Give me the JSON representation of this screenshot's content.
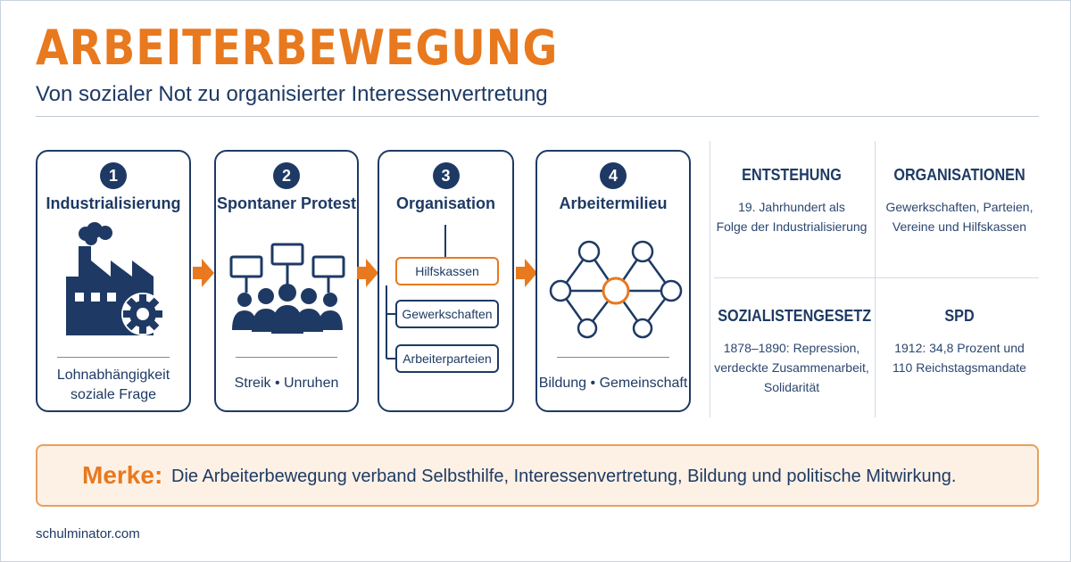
{
  "header": {
    "title": "ARBEITERBEWEGUNG",
    "subtitle": "Von sozialer Not zu organisierter Interessenvertretung"
  },
  "steps": [
    {
      "num": "1",
      "title": "Industrialisierung",
      "foot_line1": "Lohnabhängigkeit",
      "foot_line2": "soziale Frage",
      "icon": "factory-gear-icon"
    },
    {
      "num": "2",
      "title": "Spontaner Protest",
      "foot": "Streik • Unruhen",
      "icon": "protest-crowd-icon"
    },
    {
      "num": "3",
      "title": "Organisation",
      "items": [
        "Hilfskassen",
        "Gewerkschaften",
        "Arbeiterparteien"
      ]
    },
    {
      "num": "4",
      "title": "Arbeitermilieu",
      "foot": "Bildung • Gemeinschaft",
      "icon": "network-icon"
    }
  ],
  "info": [
    {
      "head": "ENTSTEHUNG",
      "line1": "19. Jahrhundert als",
      "line2": "Folge der Industrialisierung"
    },
    {
      "head": "ORGANISATIONEN",
      "line1": "Gewerkschaften, Parteien,",
      "line2": "Vereine und Hilfskassen"
    },
    {
      "head": "SOZIALISTENGESETZ",
      "line1": "1878–1890: Repression,",
      "line2": "verdeckte Zusammenarbeit,",
      "line3": "Solidarität"
    },
    {
      "head": "SPD",
      "line1": "1912: 34,8 Prozent und",
      "line2": "110 Reichstagsmandate"
    }
  ],
  "merke": {
    "label": "Merke:",
    "text": "Die Arbeiterbewegung verband Selbsthilfe, Interessenvertretung, Bildung und politische Mitwirkung."
  },
  "footer": "schulminator.com",
  "colors": {
    "accent": "#e8791e",
    "navy": "#1e3a64",
    "merke_bg": "#fdf1e5"
  }
}
